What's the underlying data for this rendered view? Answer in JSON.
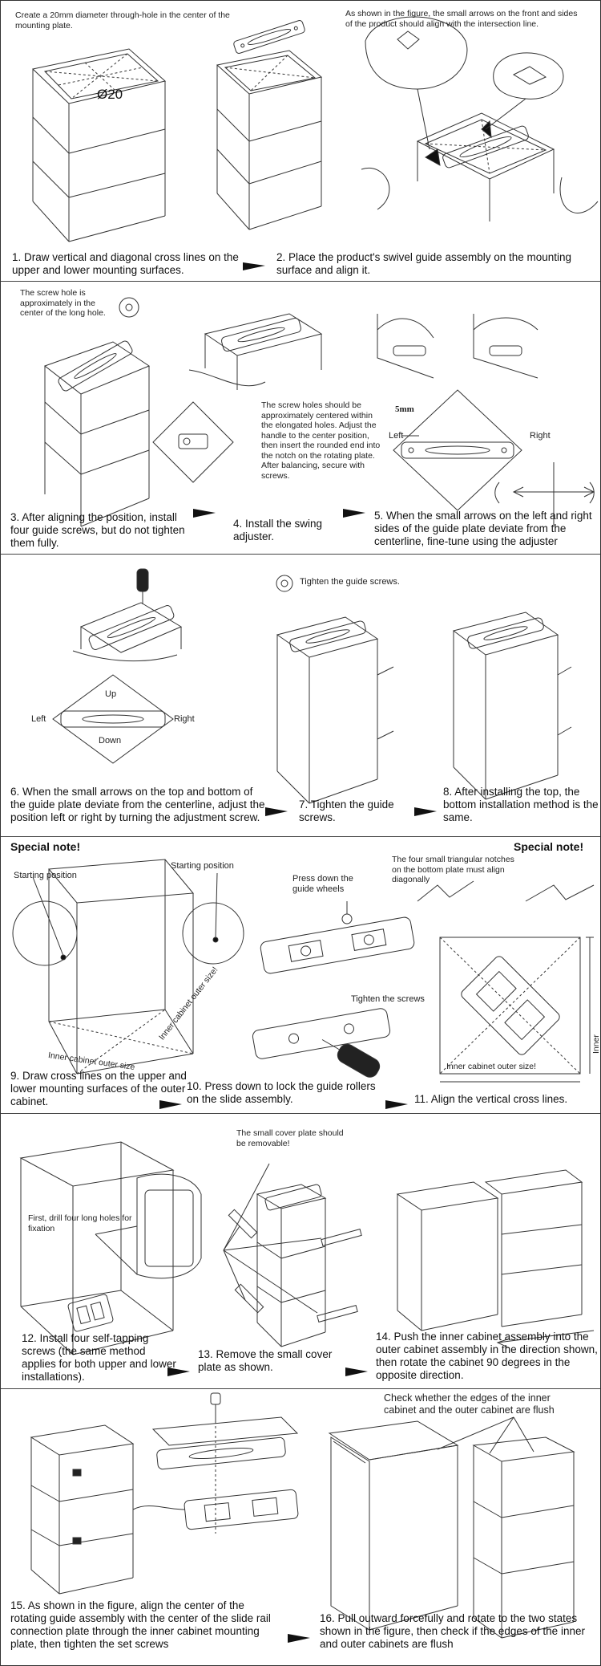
{
  "panel1": {
    "note_left": "Create a 20mm diameter through-hole in the center of the mounting plate.",
    "note_right": "As shown in the figure, the small arrows on the front and sides of the product should align with the intersection line.",
    "dimension": "Ø20",
    "step1": "1. Draw vertical and diagonal cross lines on the upper and lower mounting surfaces.",
    "step2": "2. Place the product's swivel guide assembly on the mounting surface and align it."
  },
  "panel2": {
    "note_screw": "The screw hole is approximately in the center of the long hole.",
    "note_holes": "The screw holes should be approximately centered within the elongated holes. Adjust the handle to the center position, then insert the rounded end into the notch on the rotating plate. After balancing, secure with screws.",
    "dim_5mm": "5mm",
    "left": "Left",
    "right": "Right",
    "step3": "3. After aligning the position, install four guide screws, but do not tighten them fully.",
    "step4": "4. Install the swing adjuster.",
    "step5": "5. When the small arrows on the left and right sides of the guide plate deviate from the centerline, fine-tune using the adjuster"
  },
  "panel3": {
    "note_tighten": "Tighten the guide screws.",
    "up": "Up",
    "down": "Down",
    "left": "Left",
    "right": "Right",
    "step6": "6. When the small arrows on the top and bottom of the guide plate deviate from the centerline, adjust the position left or right by turning the adjustment screw.",
    "step7": "7. Tighten the guide screws.",
    "step8": "8. After installing the top, the bottom installation method is the same."
  },
  "panel4": {
    "special_left": "Special note!",
    "special_right": "Special note!",
    "start_pos_1": "Starting position",
    "start_pos_2": "Starting position",
    "press_down": "Press down the guide wheels",
    "tighten_screws": "Tighten the screws",
    "notches": "The four small triangular notches on the bottom plate must align diagonally",
    "inner_size_1": "Inner cabinet outer size",
    "inner_size_2": "Inner cabinet outer size!",
    "inner_size_3": "Inner cabinet outer size!",
    "inner_size_4": "Inner cabinet outer size!",
    "step9": "9. Draw cross lines on the upper and lower mounting surfaces of the outer cabinet.",
    "step10": "10. Press down to lock the guide rollers on the slide assembly.",
    "step11": "11. Align the vertical cross lines."
  },
  "panel5": {
    "cover_note": "The small cover plate should be removable!",
    "drill_note": "First, drill four long holes for fixation",
    "step12": "12. Install four self-tapping screws (the same method applies for both upper and lower installations).",
    "step13": "13. Remove the small cover plate as shown.",
    "step14": "14. Push the inner cabinet assembly into the outer cabinet assembly in the direction shown, then rotate the cabinet 90 degrees in the opposite direction."
  },
  "panel6": {
    "check_note": "Check whether the edges of the inner cabinet and the outer cabinet are flush",
    "step15": "15. As shown in the figure, align the center of the rotating guide assembly with the center of the slide rail connection plate through the inner cabinet mounting plate, then tighten the set screws",
    "step16": "16. Pull outward forcefully and rotate to the two states shown in the figure, then check if the edges of the inner and outer cabinets are flush"
  }
}
